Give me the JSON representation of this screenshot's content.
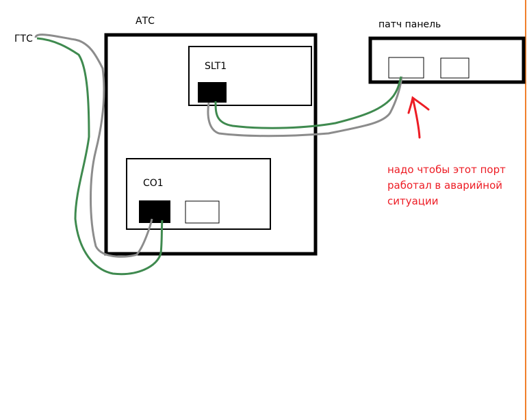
{
  "labels": {
    "gts": "ГТС",
    "ats": "АТС",
    "slt": "SLT1",
    "co": "CO1",
    "patch_panel": "патч панель"
  },
  "note": {
    "line1": "надо чтобы этот порт",
    "line2": "работал в аварийной",
    "line3": "ситуации"
  },
  "colors": {
    "green_wire": "#3f8a4f",
    "gray_wire": "#8c8c8c",
    "note": "#ed1c24",
    "edge": "#f07f2a"
  }
}
